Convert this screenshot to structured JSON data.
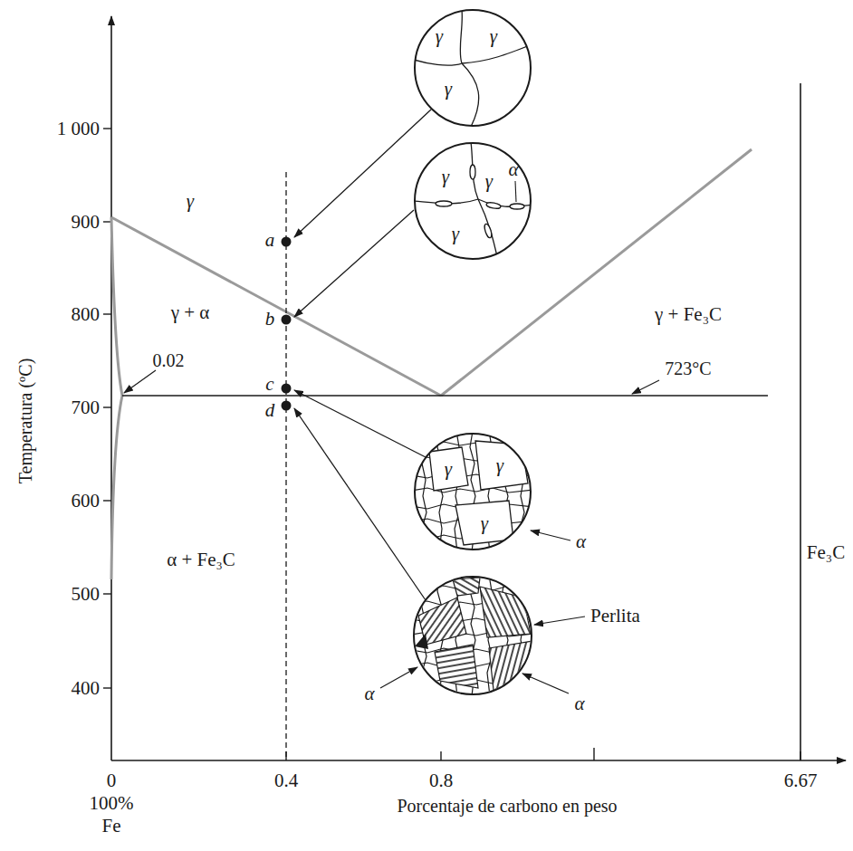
{
  "diagram": {
    "nodes": [
      {
        "text": [
          "γ",
          "γ",
          "γ"
        ]
      },
      {
        "text": [
          "γ",
          "γ",
          "γ",
          "α"
        ]
      },
      {
        "text": [
          "γ",
          "γ",
          "γ"
        ]
      }
    ],
    "labels": [
      "1 000",
      "900",
      "800",
      "700",
      "600",
      "500",
      "400",
      "0",
      "0.4",
      "0.8",
      "6.67",
      "100%",
      "Fe",
      "Porcentaje de carbono en peso",
      "Temperatura (ºC)",
      "γ",
      "γ + α",
      "γ + Fe₃C",
      "α + Fe₃C",
      "Fe₃C",
      "0.02",
      "723°C",
      "a",
      "b",
      "c",
      "d",
      "α",
      "Perlita",
      "α",
      "α"
    ]
  }
}
